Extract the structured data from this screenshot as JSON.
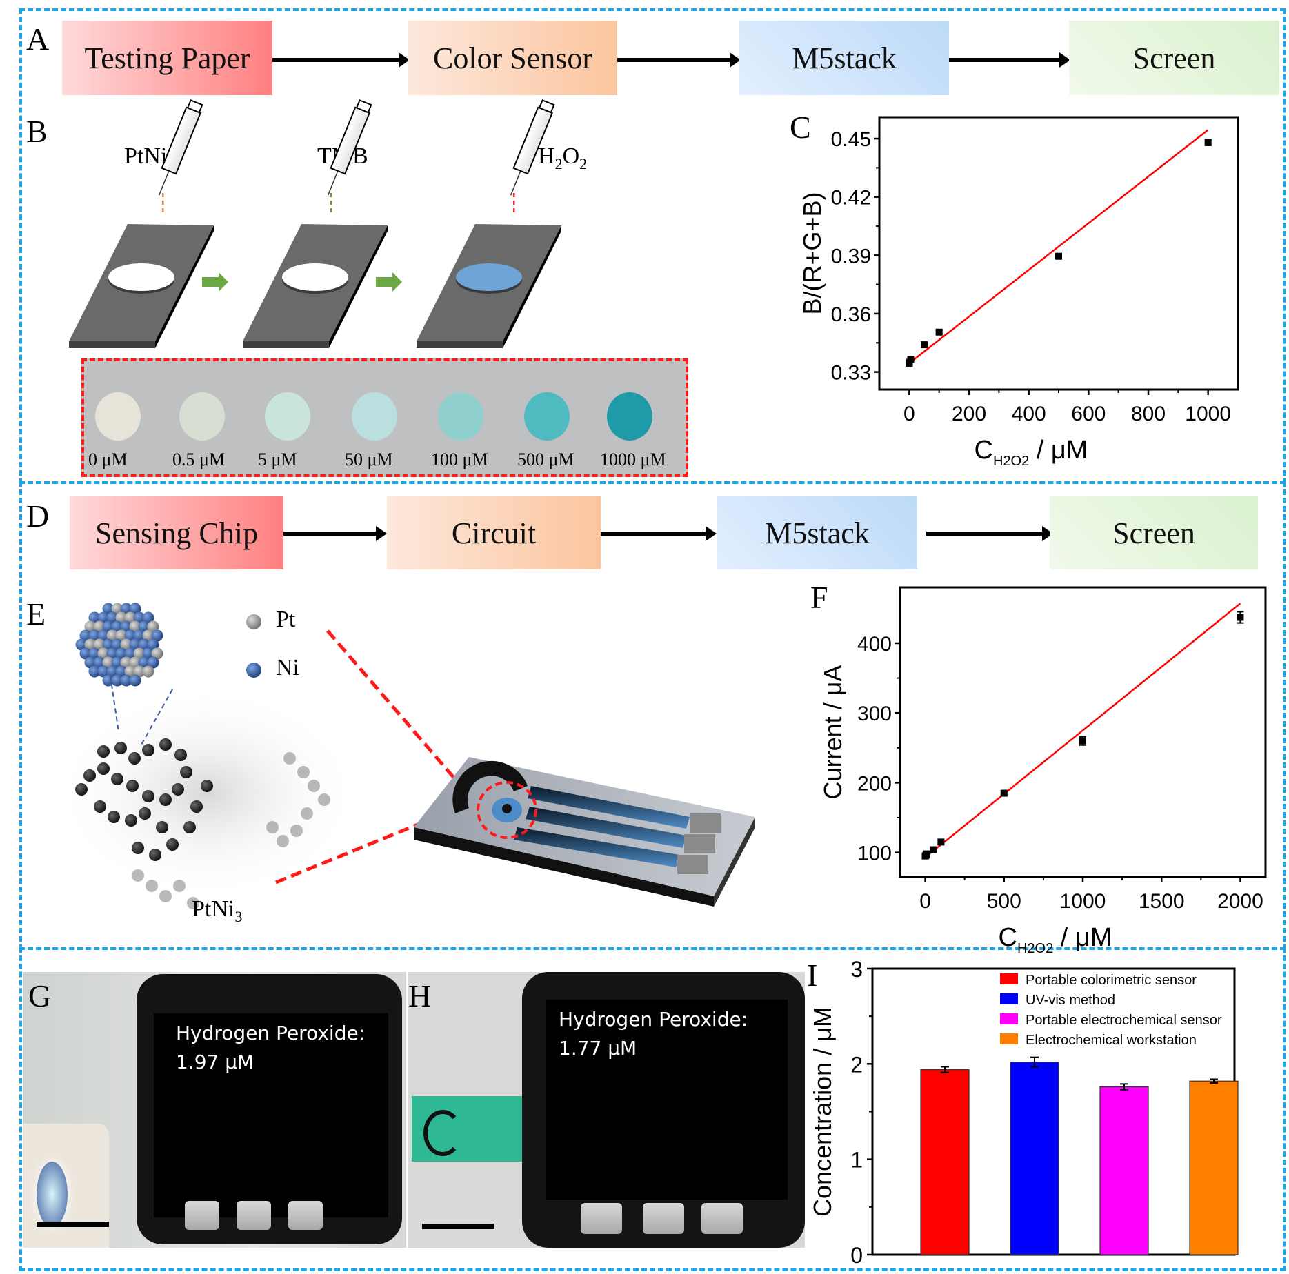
{
  "panels": {
    "A": {
      "letter": "A",
      "flow": [
        "Testing Paper",
        "Color Sensor",
        "M5stack",
        "Screen"
      ]
    },
    "B": {
      "letter": "B",
      "reagents": [
        "PtNi",
        "TMB",
        "H"
      ],
      "reagent_subs": {
        "ptni": "3",
        "h2o2_a": "2",
        "h2o2_b": "O",
        "h2o2_c": "2"
      },
      "reagent_colors": [
        "#d98a4a",
        "#6a9a3a",
        "#ff2a2a"
      ],
      "spot_colors": [
        "#e6e3d8",
        "#d8dfd2",
        "#c9e4dc",
        "#b9e0de",
        "#8fd0cf",
        "#4fbac0",
        "#1f9aa8"
      ],
      "concentrations": [
        "0 μM",
        "0.5 μM",
        "5 μM",
        "50 μM",
        "100 μM",
        "500 μM",
        "1000 μM"
      ],
      "disc_colors": [
        "#ffffff",
        "#ffffff",
        "#6fa4d6"
      ]
    },
    "D": {
      "letter": "D",
      "flow": [
        "Sensing Chip",
        "Circuit",
        "M5stack",
        "Screen"
      ]
    },
    "E": {
      "letter": "E",
      "legend": [
        {
          "label": "Pt",
          "color": "#8e8e8e"
        },
        {
          "label": "Ni",
          "color": "#2f5fa8"
        }
      ],
      "caption": "PtNi",
      "caption_sub": "3"
    },
    "G": {
      "letter": "G",
      "screen_line1": "Hydrogen Peroxide:",
      "screen_line2": "1.97 μM"
    },
    "H": {
      "letter": "H",
      "screen_line1": "Hydrogen Peroxide:",
      "screen_line2": "1.77 μM"
    }
  },
  "chart_data": [
    {
      "id": "C",
      "type": "scatter",
      "panel_letter": "C",
      "title": "",
      "ylabel": "B/(R+G+B)",
      "xlabel_main": "C",
      "xlabel_sub": "H2O2",
      "xlabel_unit": " / μM",
      "xlim": [
        -100,
        1100
      ],
      "ylim": [
        0.321,
        0.461
      ],
      "xticks": [
        0,
        200,
        400,
        600,
        800,
        1000
      ],
      "yticks": [
        0.33,
        0.36,
        0.39,
        0.42,
        0.45
      ],
      "ytick_labels": [
        "0.33",
        "0.36",
        "0.39",
        "0.42",
        "0.45"
      ],
      "points": [
        {
          "x": 0,
          "y": 0.3345,
          "err": 0.001
        },
        {
          "x": 0.5,
          "y": 0.335,
          "err": 0.001
        },
        {
          "x": 5,
          "y": 0.3365,
          "err": 0.001
        },
        {
          "x": 50,
          "y": 0.344,
          "err": 0.001
        },
        {
          "x": 100,
          "y": 0.3505,
          "err": 0.001
        },
        {
          "x": 500,
          "y": 0.3895,
          "err": 0.001
        },
        {
          "x": 1000,
          "y": 0.448,
          "err": 0.0015
        }
      ],
      "fit": {
        "x": [
          0,
          1000
        ],
        "y": [
          0.3345,
          0.4545
        ],
        "color": "#ff0000"
      }
    },
    {
      "id": "F",
      "type": "scatter",
      "panel_letter": "F",
      "title": "",
      "ylabel": "Current / μA",
      "xlabel_main": "C",
      "xlabel_sub": "H2O2",
      "xlabel_unit": " / μM",
      "xlim": [
        -160,
        2160
      ],
      "ylim": [
        65,
        480
      ],
      "xticks": [
        0,
        500,
        1000,
        1500,
        2000
      ],
      "yticks": [
        100,
        200,
        300,
        400
      ],
      "ytick_labels": [
        "100",
        "200",
        "300",
        "400"
      ],
      "points": [
        {
          "x": 0,
          "y": 95,
          "err": 2
        },
        {
          "x": 5,
          "y": 96,
          "err": 2
        },
        {
          "x": 10,
          "y": 98,
          "err": 2
        },
        {
          "x": 50,
          "y": 104,
          "err": 2
        },
        {
          "x": 100,
          "y": 115,
          "err": 3
        },
        {
          "x": 500,
          "y": 185,
          "err": 3
        },
        {
          "x": 1000,
          "y": 260,
          "err": 6
        },
        {
          "x": 2000,
          "y": 437,
          "err": 8
        }
      ],
      "fit": {
        "x": [
          0,
          2000
        ],
        "y": [
          93,
          457
        ],
        "color": "#ff0000"
      }
    },
    {
      "id": "I",
      "type": "bar",
      "panel_letter": "I",
      "title": "",
      "ylabel": "Concentration / μM",
      "xlabel": "",
      "ylim": [
        0,
        3
      ],
      "yticks": [
        0,
        1,
        2,
        3
      ],
      "ytick_labels": [
        "0",
        "1",
        "2",
        "3"
      ],
      "legend_position": "top-right",
      "categories": [
        "Portable colorimetric sensor",
        "UV-vis method",
        "Portable electrochemical sensor",
        "Electrochemical workstation"
      ],
      "values": [
        1.94,
        2.02,
        1.76,
        1.82
      ],
      "errors": [
        0.03,
        0.05,
        0.03,
        0.02
      ],
      "colors": [
        "#ff0000",
        "#0000ff",
        "#ff00ff",
        "#ff8000"
      ]
    }
  ]
}
